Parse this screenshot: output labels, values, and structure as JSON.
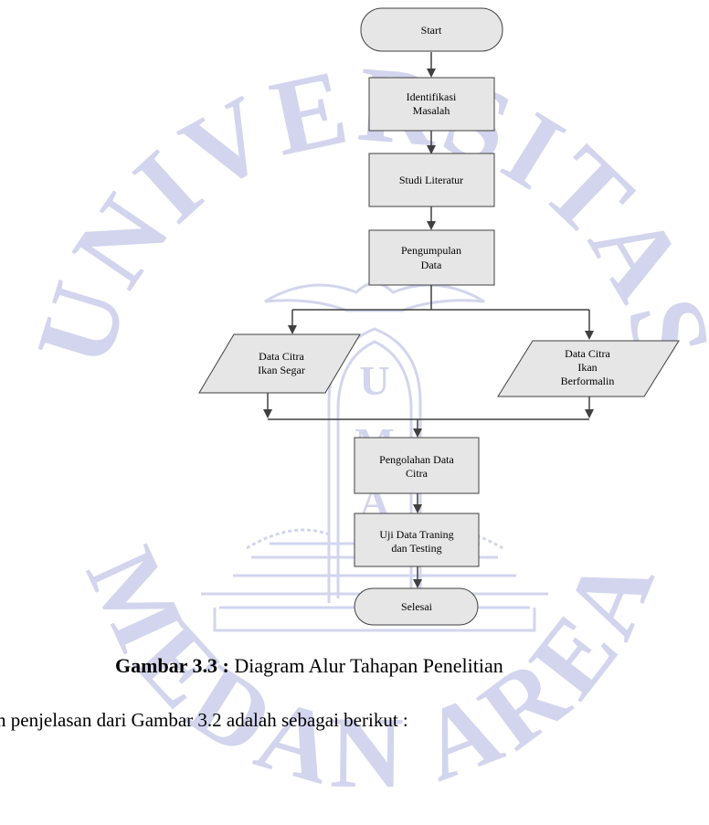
{
  "watermark": {
    "text_top": "UNIVERSITAS",
    "text_bottom": "MEDAN AREA",
    "text_center": "U M A",
    "color": "#c9cbe8"
  },
  "flowchart": {
    "start": "Start",
    "identifikasi": [
      "Identifikasi",
      "Masalah"
    ],
    "studi": "Studi Literatur",
    "pengumpulan": [
      "Pengumpulan",
      "Data"
    ],
    "segar": [
      "Data Citra",
      "Ikan Segar"
    ],
    "formalin": [
      "Data Citra",
      "Ikan",
      "Berformalin"
    ],
    "pengolahan": [
      "Pengolahan Data",
      "Citra"
    ],
    "uji": [
      "Uji Data Traning",
      "dan Testing"
    ],
    "selesai": "Selesai",
    "fill_color": "#e6e6e6",
    "line_color": "#404040"
  },
  "caption": {
    "label": "Gambar 3.3 :",
    "text": " Diagram Alur Tahapan Penelitian"
  },
  "body_text": "n penjelasan dari Gambar 3.2 adalah sebagai berikut :"
}
